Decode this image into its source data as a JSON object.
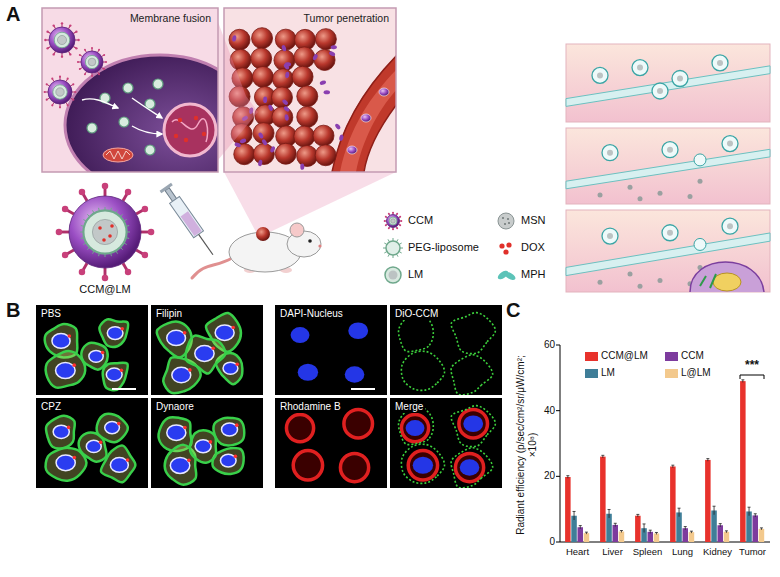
{
  "diagram": {
    "nodes": [
      {
        "text": [
          "Membrane fusion"
        ]
      },
      {
        "text": [
          "Tumor penetration"
        ]
      },
      {
        "text": [
          "PBS"
        ]
      },
      {
        "text": [
          "Filipin"
        ]
      },
      {
        "text": [
          "DAPI-Nucleus"
        ]
      },
      {
        "text": [
          "DiO-CCM"
        ]
      },
      {
        "text": [
          "CPZ"
        ]
      },
      {
        "text": [
          "Dynaore"
        ]
      },
      {
        "text": [
          "Rhodamine B"
        ]
      },
      {
        "text": [
          "Merge"
        ]
      }
    ],
    "labels": [
      "A",
      "CCM@LM",
      "B",
      "C",
      "60",
      "40",
      "20",
      "0",
      "Radiant efficiency (p/sec/cm²/sr/μW/cm²; ×10⁸)",
      "Heart",
      "Liver",
      "Spleen",
      "Lung",
      "Kidney",
      "Tumor",
      "***"
    ],
    "legend": [
      {
        "text": "CCM"
      },
      {
        "text": "MSN"
      },
      {
        "text": "PEG-liposome"
      },
      {
        "text": "DOX"
      },
      {
        "text": "LM"
      },
      {
        "text": "MPH"
      },
      {
        "text": "CCM@LM",
        "color": "#e8322c"
      },
      {
        "text": "CCM",
        "color": "#7d3b9e"
      },
      {
        "text": "LM",
        "color": "#3f7e98"
      },
      {
        "text": "L@LM",
        "color": "#f3c98d"
      }
    ]
  }
}
